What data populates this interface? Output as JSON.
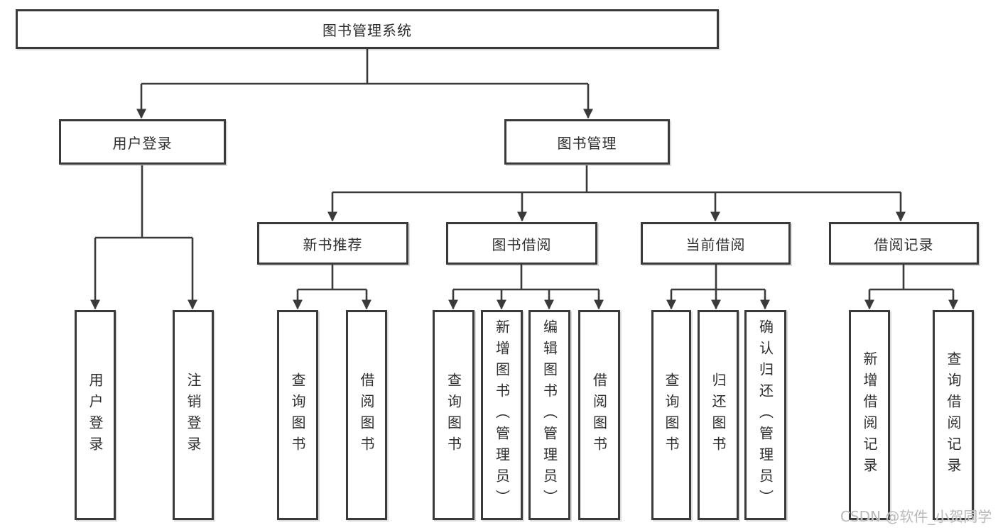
{
  "diagram": {
    "root": {
      "label": "图书管理系统"
    },
    "level2": [
      {
        "label": "用户登录",
        "children": [
          {
            "label": "用户登录"
          },
          {
            "label": "注销登录"
          }
        ]
      },
      {
        "label": "图书管理",
        "children": [
          {
            "label": "新书推荐",
            "children": [
              {
                "label": "查询图书"
              },
              {
                "label": "借阅图书"
              }
            ]
          },
          {
            "label": "图书借阅",
            "children": [
              {
                "label": "查询图书"
              },
              {
                "label": "新增图书（管理员）"
              },
              {
                "label": "编辑图书（管理员）"
              },
              {
                "label": "借阅图书"
              }
            ]
          },
          {
            "label": "当前借阅",
            "children": [
              {
                "label": "查询图书"
              },
              {
                "label": "归还图书"
              },
              {
                "label": "确认归还（管理员）"
              }
            ]
          },
          {
            "label": "借阅记录",
            "children": [
              {
                "label": "新增借阅记录"
              },
              {
                "label": "查询借阅记录"
              }
            ]
          }
        ]
      }
    ]
  },
  "watermark": {
    "text": "CSDN @软件_小贺同学"
  },
  "colors": {
    "line": "#3a3a3a",
    "box_border": "#3a3a3a",
    "text": "#2e2e2e",
    "watermark": "#b9b9b9",
    "background": "#ffffff"
  }
}
